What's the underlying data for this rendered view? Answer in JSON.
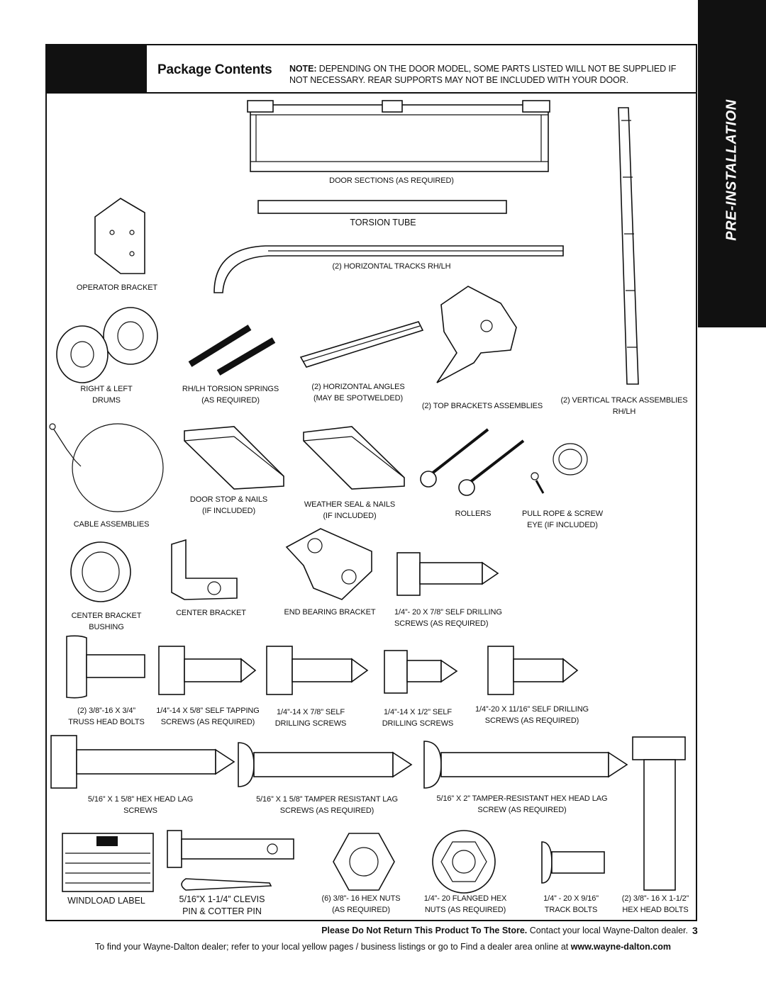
{
  "header": {
    "title": "Package Contents",
    "note_bold": "NOTE:",
    "note_text": " DEPENDING ON THE DOOR MODEL, SOME PARTS LISTED WILL NOT BE SUPPLIED IF NOT NECESSARY. REAR SUPPORTS MAY NOT BE INCLUDED WITH YOUR DOOR."
  },
  "side_tab": "PRE-INSTALLATION",
  "parts": {
    "door_sections": "DOOR SECTIONS (AS REQUIRED)",
    "torsion_tube": "TORSION TUBE",
    "horizontal_tracks": "(2) HORIZONTAL TRACKS RH/LH",
    "operator_bracket": "OPERATOR BRACKET",
    "drums": "RIGHT & LEFT\nDRUMS",
    "torsion_springs": "RH/LH TORSION SPRINGS\n(AS REQUIRED)",
    "horizontal_angles": "(2) HORIZONTAL ANGLES\n(MAY BE SPOTWELDED)",
    "top_brackets": "(2) TOP BRACKETS ASSEMBLIES",
    "vertical_track": "(2) VERTICAL TRACK ASSEMBLIES\nRH/LH",
    "cable_assemblies": "CABLE ASSEMBLIES",
    "door_stop": "DOOR STOP & NAILS\n(IF INCLUDED)",
    "weather_seal": "WEATHER SEAL & NAILS\n(IF INCLUDED)",
    "rollers": "ROLLERS",
    "pull_rope": "PULL ROPE & SCREW\nEYE (IF INCLUDED)",
    "center_bracket_bushing": "CENTER BRACKET\nBUSHING",
    "center_bracket": "CENTER BRACKET",
    "end_bearing_bracket": "END BEARING BRACKET",
    "self_drilling_78": "1/4”- 20 X 7/8” SELF DRILLING\nSCREWS (AS REQUIRED)",
    "truss_head_bolts": "(2) 3/8”-16 X 3/4”\nTRUSS HEAD BOLTS",
    "self_tapping": "1/4”-14 X 5/8” SELF TAPPING\nSCREWS (AS REQUIRED)",
    "drilling_78": "1/4”-14 X 7/8” SELF\nDRILLING SCREWS",
    "drilling_12": "1/4”-14 X 1/2” SELF\nDRILLING SCREWS",
    "drilling_1116": "1/4”-20 X 11/16” SELF DRILLING\nSCREWS (AS REQUIRED)",
    "hex_lag": "5/16” X 1 5/8” HEX HEAD LAG\nSCREWS",
    "tamper_lag": "5/16” X 1 5/8” TAMPER RESISTANT LAG\nSCREWS (AS REQUIRED)",
    "tamper_hex_lag": "5/16” X 2” TAMPER-RESISTANT HEX HEAD LAG\nSCREW (AS REQUIRED)",
    "windload_label": "WINDLOAD LABEL",
    "clevis_pin": "5/16”X 1-1/4” CLEVIS\nPIN & COTTER PIN",
    "hex_nuts": "(6) 3/8”- 16 HEX NUTS\n(AS REQUIRED)",
    "flanged_hex": "1/4”- 20 FLANGED HEX\nNUTS (AS REQUIRED)",
    "track_bolts": "1/4” - 20 X 9/16”\nTRACK BOLTS",
    "hex_head_bolts": "(2) 3/8”- 16 X 1-1/2”\nHEX HEAD BOLTS"
  },
  "footer": {
    "line1_bold": "Please Do Not Return This Product To The Store.",
    "line1_text": " Contact your local Wayne-Dalton dealer.",
    "line2_text": "To find your Wayne-Dalton dealer; refer to your local yellow pages / business listings or go to Find a dealer area online at ",
    "line2_link": "www.wayne-dalton.com",
    "page_number": "3"
  }
}
